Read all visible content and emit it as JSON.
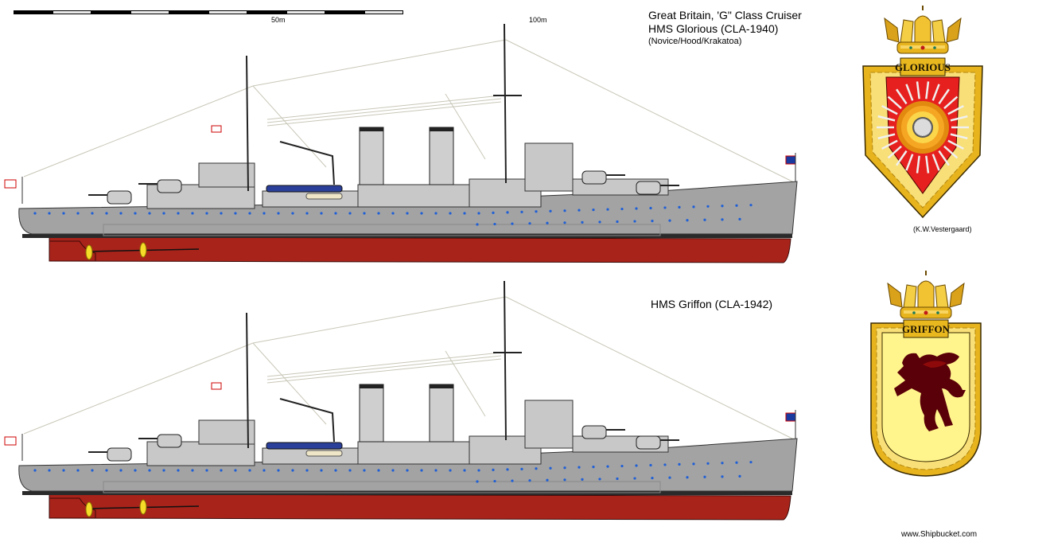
{
  "scale_bar": {
    "label_mid": "50m",
    "label_end": "100m",
    "segments": 10
  },
  "ship_1": {
    "title_lines": [
      "Great Britain, 'G\" Class Cruiser",
      "HMS Glorious (CLA-1940)"
    ],
    "subtitle": "(Novice/Hood/Krakatoa)",
    "badge_name": "GLORIOUS",
    "badge_credit": "(K.W.Vestergaard)"
  },
  "ship_2": {
    "title": "HMS Griffon (CLA-1942)",
    "badge_name": "GRIFFON"
  },
  "site_credit": "www.Shipbucket.com",
  "colors": {
    "hull_grey": "#a3a3a3",
    "hull_light": "#b9b9b9",
    "superstructure": "#c8c8c8",
    "boot_top": "#2a2a2a",
    "antifouling_red": "#a8231a",
    "porthole_blue": "#1f5fd6",
    "propeller_yellow": "#f5dc28",
    "rigging": "#c9c7b8",
    "badge_gold": "#e7b41e",
    "badge_red": "#e6201e",
    "griffon_field": "#fff58c",
    "griffon_maroon": "#5a0008"
  }
}
